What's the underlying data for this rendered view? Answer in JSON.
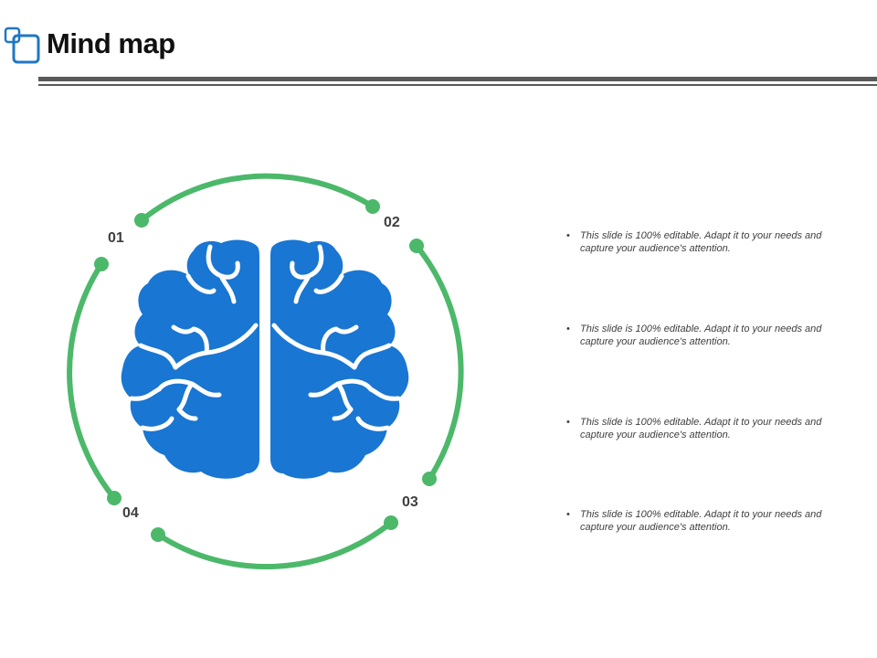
{
  "header": {
    "title": "Mind map"
  },
  "colors": {
    "brain": "#1976d2",
    "ring": "#4cb86a",
    "rule": "#595959",
    "logo": "#1f77c4"
  },
  "icons": {
    "logo": "overlapping-squares-icon",
    "center": "brain-icon"
  },
  "diagram": {
    "labels": [
      {
        "id": "01",
        "text": "01"
      },
      {
        "id": "02",
        "text": "02"
      },
      {
        "id": "03",
        "text": "03"
      },
      {
        "id": "04",
        "text": "04"
      }
    ]
  },
  "bullets": [
    {
      "symbol": "•",
      "text": "This slide is 100% editable. Adapt it to your needs and capture your audience's attention."
    },
    {
      "symbol": "•",
      "text": "This slide is 100% editable. Adapt it to your needs and capture your audience's attention."
    },
    {
      "symbol": "•",
      "text": "This slide is 100% editable. Adapt it to your needs and capture your audience's attention."
    },
    {
      "symbol": "•",
      "text": "This slide is 100% editable. Adapt it to your needs and capture your audience's attention."
    }
  ]
}
